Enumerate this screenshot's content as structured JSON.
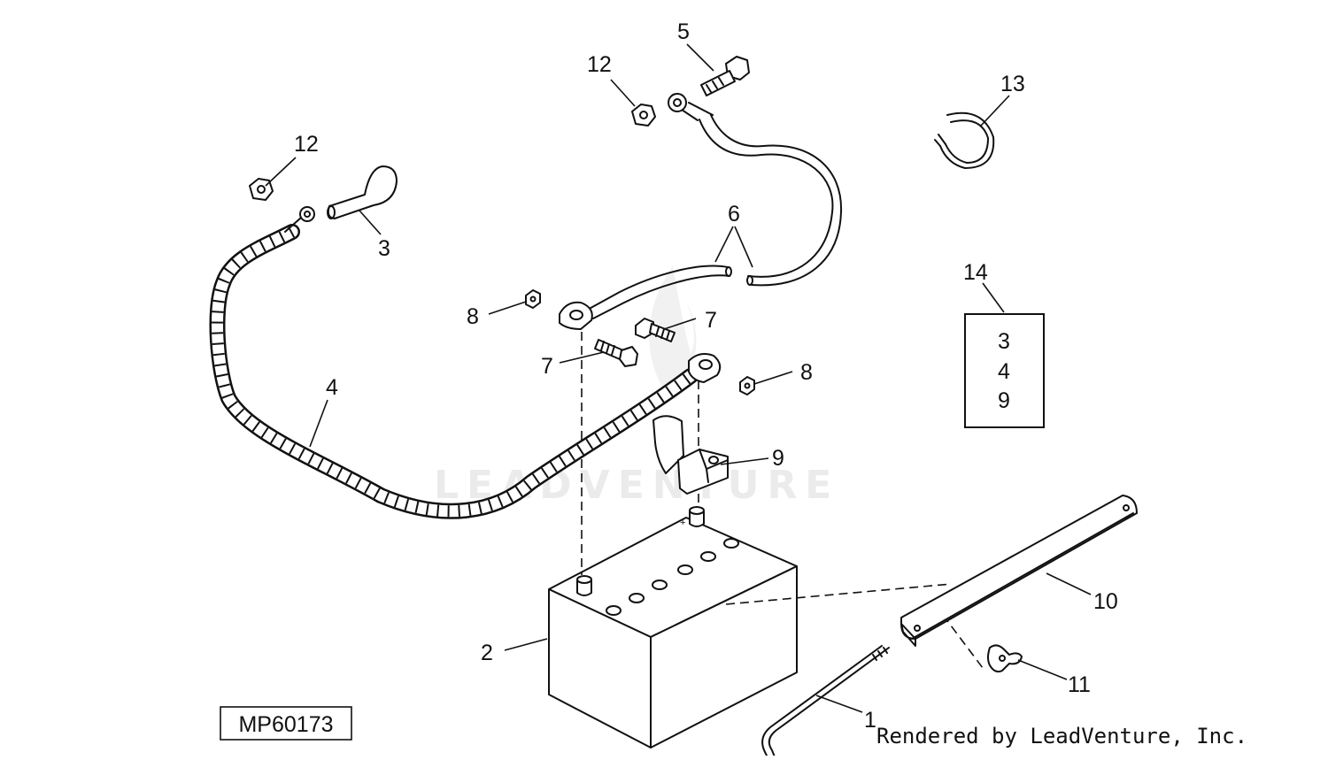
{
  "diagram": {
    "callouts": {
      "c1": "1",
      "c2": "2",
      "c3": "3",
      "c4": "4",
      "c5": "5",
      "c6": "6",
      "c7a": "7",
      "c7b": "7",
      "c8a": "8",
      "c8b": "8",
      "c9": "9",
      "c10": "10",
      "c11": "11",
      "c12a": "12",
      "c12b": "12",
      "c13": "13",
      "c14": "14"
    },
    "kit_box": {
      "items": [
        "3",
        "4",
        "9"
      ]
    },
    "figure_id": "MP60173",
    "credit": "Rendered by LeadVenture, Inc.",
    "watermark": "LEADVENTURE"
  }
}
